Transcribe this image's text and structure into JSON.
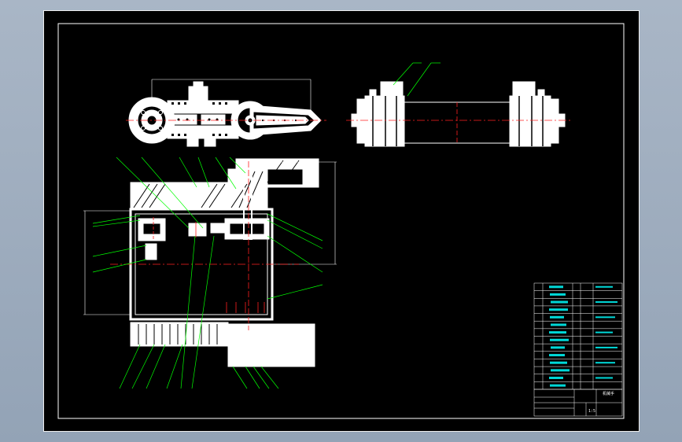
{
  "drawing": {
    "title_block_name": "机械手",
    "title_block_scale": "1:5",
    "colors": {
      "sheet_bg": "#000000",
      "outline": "#ffffff",
      "center_line": "#ff2020",
      "leader": "#00ff00",
      "dimension": "#00e0e0",
      "hatch": "#ffffff"
    },
    "views": [
      "top-view-arm",
      "side-view-cylinder",
      "front-section-view",
      "parts-list",
      "title-block"
    ]
  },
  "parts_list": {
    "rows": 14
  }
}
